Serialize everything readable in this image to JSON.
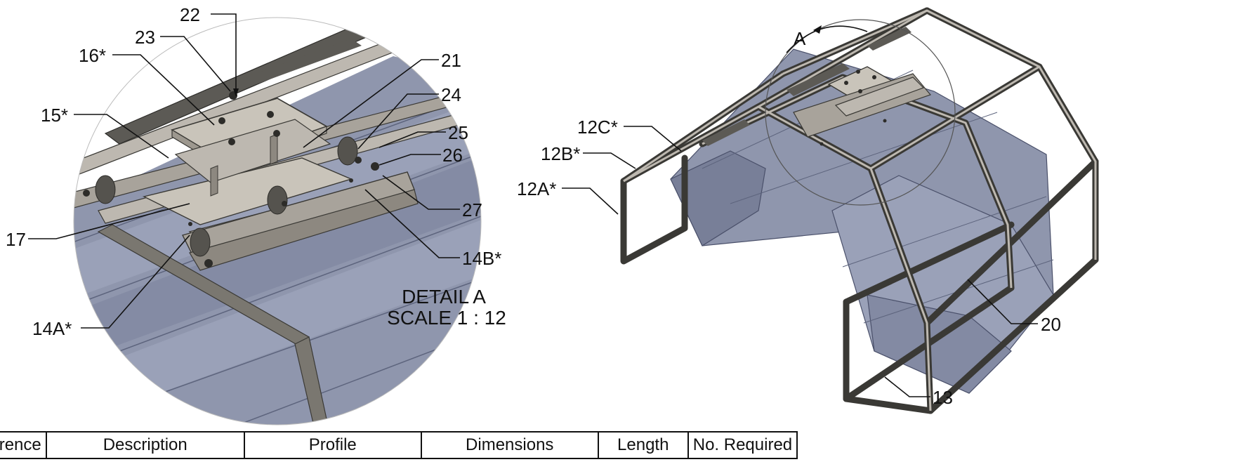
{
  "detail_label": {
    "line1": "DETAIL A",
    "line2": "SCALE 1 : 12"
  },
  "view_marker": "A",
  "callouts_detail": [
    "22",
    "23",
    "16*",
    "21",
    "24",
    "15*",
    "25",
    "26",
    "17",
    "27",
    "14B*",
    "14A*"
  ],
  "callouts_main": [
    "12C*",
    "12B*",
    "12A*",
    "20",
    "13"
  ],
  "table": {
    "headers": [
      "Reference",
      "Description",
      "Profile",
      "Dimensions",
      "Length",
      "No. Required"
    ]
  },
  "colors": {
    "steel_dark": "#5c5a55",
    "steel_light": "#bdb8b0",
    "plate": "#c9c4ba",
    "tank_blue": "#8f96ad",
    "tank_dark": "#6f7690",
    "line": "#111111"
  }
}
